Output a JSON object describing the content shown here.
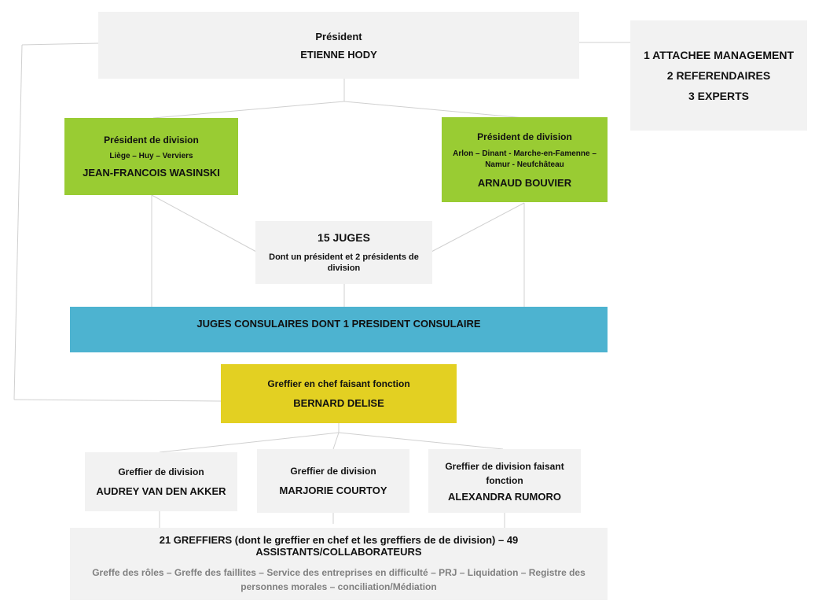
{
  "president": {
    "role": "Président",
    "name": "ETIENNE HODY"
  },
  "staff": {
    "line1": "1 ATTACHEE MANAGEMENT",
    "line2": "2 REFERENDAIRES",
    "line3": "3 EXPERTS"
  },
  "division_left": {
    "role": "Président de division",
    "places": "Liège – Huy – Verviers",
    "name": "JEAN-FRANCOIS WASINSKI"
  },
  "division_right": {
    "role": "Président de division",
    "places": "Arlon – Dinant - Marche-en-Famenne – Namur - Neufchâteau",
    "name": "ARNAUD BOUVIER"
  },
  "judges": {
    "title": "15 JUGES",
    "subtitle": "Dont un président et 2 présidents de division"
  },
  "consular": {
    "title": "JUGES CONSULAIRES DONT 1 PRESIDENT CONSULAIRE"
  },
  "chief_clerk": {
    "role": "Greffier en chef faisant fonction",
    "name": "BERNARD DELISE"
  },
  "clerks": [
    {
      "role": "Greffier de division",
      "name": "AUDREY VAN DEN AKKER"
    },
    {
      "role": "Greffier de division",
      "name": "MARJORIE COURTOY"
    },
    {
      "role": "Greffier de division faisant fonction",
      "name": "ALEXANDRA RUMORO"
    }
  ],
  "registry": {
    "title": "21 GREFFIERS (dont le greffier en chef et les greffiers de de division) – 49 ASSISTANTS/COLLABORATEURS",
    "services": "Greffe des rôles – Greffe des faillites – Service des entreprises en difficulté – PRJ – Liquidation – Registre des personnes morales – conciliation/Médiation"
  },
  "colors": {
    "grey": "#f2f2f2",
    "green": "#99cc33",
    "blue": "#4db3d0",
    "yellow": "#e3d022",
    "connector": "#d0d0d0"
  }
}
